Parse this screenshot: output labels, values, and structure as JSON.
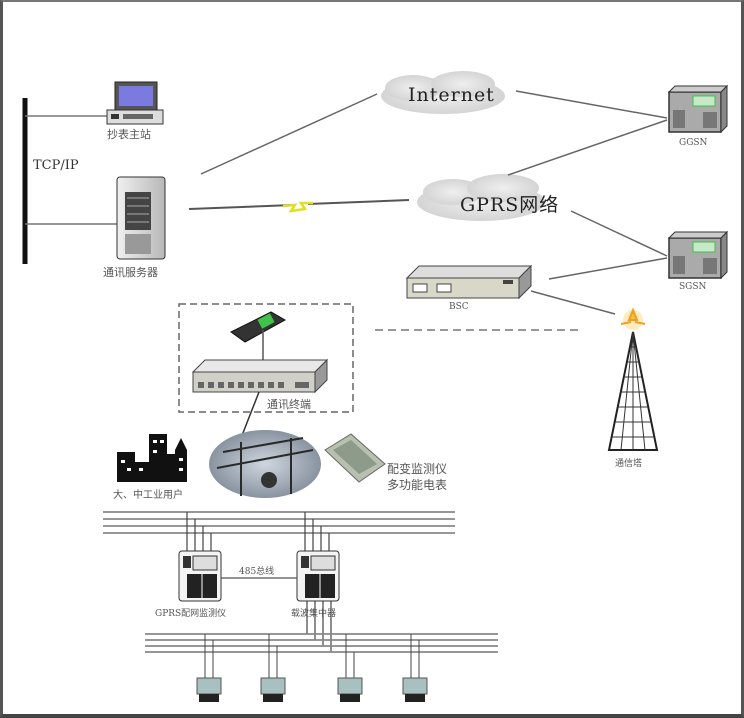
{
  "diagram": {
    "title": "",
    "labels": {
      "tcp_ip": "TCP/IP",
      "meter_master_station": "抄表主站",
      "comm_server": "通讯服务器",
      "internet": "Internet",
      "gprs_network": "GPRS网络",
      "ggsn": "GGSN",
      "sgsn": "SGSN",
      "bsc": "BSC",
      "base_station": "通信塔",
      "comm_terminal": "通讯终端",
      "industrial_users": "大、中工业用户",
      "distribution_monitor_line1": "配变监测仪",
      "distribution_monitor_line2": "多功能电表",
      "bus_485": "485总线",
      "gprs_monitor": "GPRS配网监测仪",
      "carrier_concentrator": "载波集中器"
    },
    "colors": {
      "line": "#555555",
      "wireless_link": "#e8e830",
      "cloud": "#d4d4d4",
      "lcd_green": "#3ec24a",
      "monitor_blue": "#6a6ad8"
    }
  }
}
